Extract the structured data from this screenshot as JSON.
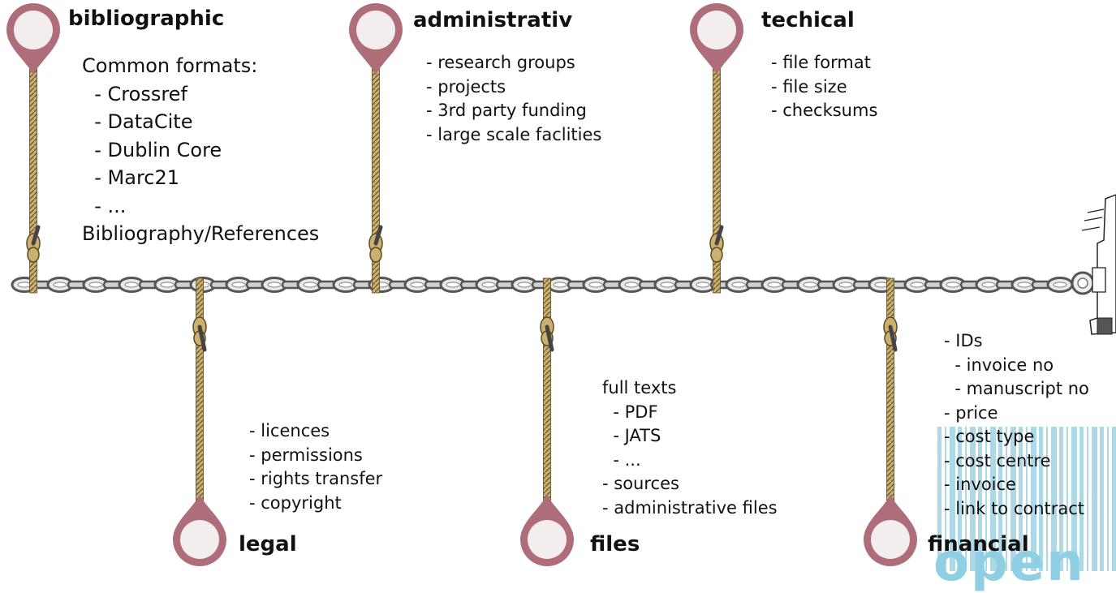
{
  "watermark": {
    "word": "open",
    "color": "#a9d7e6"
  },
  "colors": {
    "pin": "#ae6d78",
    "pin_inner": "#f4eded",
    "rope": "#cbb070",
    "chain": "#555555"
  },
  "categories": [
    {
      "id": "bibliographic",
      "title": "bibliographic",
      "items": [
        "Common formats:",
        "  - Crossref",
        "  - DataCite",
        "  - Dublin Core",
        "  - Marc21",
        "  - ...",
        "Bibliography/References"
      ]
    },
    {
      "id": "administrativ",
      "title": "administrativ",
      "items": [
        "- research groups",
        "- projects",
        "- 3rd party funding",
        "- large scale faclities"
      ]
    },
    {
      "id": "techical",
      "title": "techical",
      "items": [
        "- file format",
        "- file size",
        "- checksums"
      ]
    },
    {
      "id": "legal",
      "title": "legal",
      "items": [
        "- licences",
        "- permissions",
        "- rights transfer",
        "- copyright"
      ]
    },
    {
      "id": "files",
      "title": "files",
      "items": [
        "full texts",
        "  - PDF",
        "  - JATS",
        "  - ...",
        "- sources",
        "- administrative files"
      ]
    },
    {
      "id": "financial",
      "title": "financial",
      "items": [
        "- IDs",
        "  - invoice no",
        "  - manuscript no",
        "- price",
        "- cost type",
        "- cost centre",
        "- invoice",
        "- link to contract"
      ]
    }
  ]
}
